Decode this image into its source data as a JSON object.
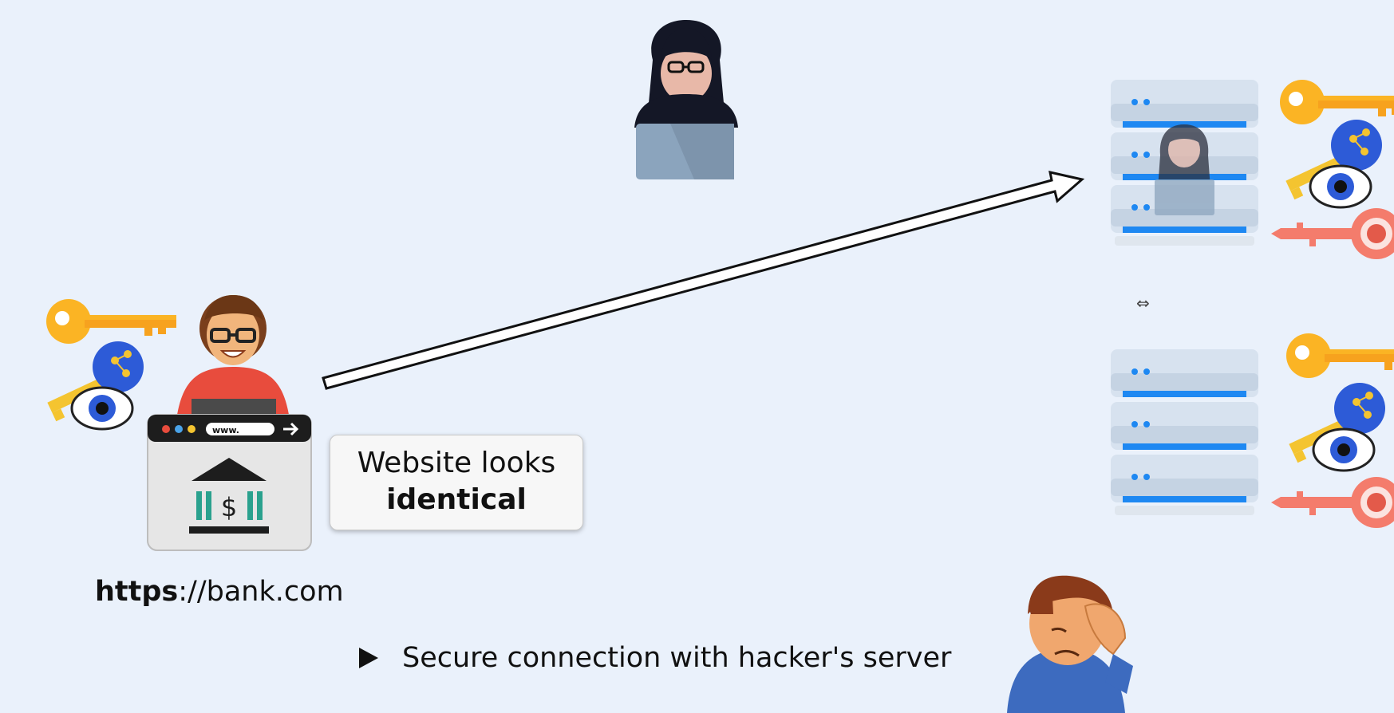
{
  "callout": {
    "line1": "Website looks",
    "line2": "identical"
  },
  "url": {
    "scheme": "https",
    "rest": "://bank.com"
  },
  "bullet": {
    "text": "Secure connection with hacker's server"
  },
  "cursor": {
    "glyph": "⇔"
  },
  "browser_window": {
    "address_text": "www."
  },
  "bank_icon": {
    "symbol": "$"
  },
  "colors": {
    "background": "#eaf1fb",
    "key_yellow": "#fbb424",
    "key_orange": "#f7941d",
    "key_blue": "#2d5bd7",
    "key_red": "#f47c6c",
    "server_stripe": "#1e88f2",
    "arrow": "#111111"
  }
}
